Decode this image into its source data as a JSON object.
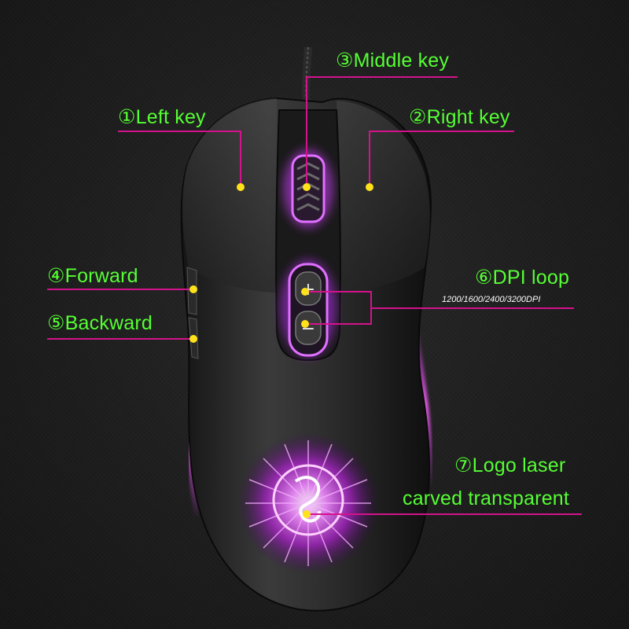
{
  "labels": {
    "middle_key": "③Middle key",
    "left_key": "①Left key",
    "right_key": "②Right key",
    "forward": "④Forward",
    "backward": "⑤Backward",
    "dpi_loop": "⑥DPI loop",
    "dpi_values": "1200/1600/2400/3200DPI",
    "logo_line1": "⑦Logo laser",
    "logo_line2": "carved transparent"
  },
  "colors": {
    "label_text": "#55ff33",
    "leader_line": "#d4128c",
    "marker_dot": "#ffe21a",
    "accent_glow": "#e040ff"
  }
}
